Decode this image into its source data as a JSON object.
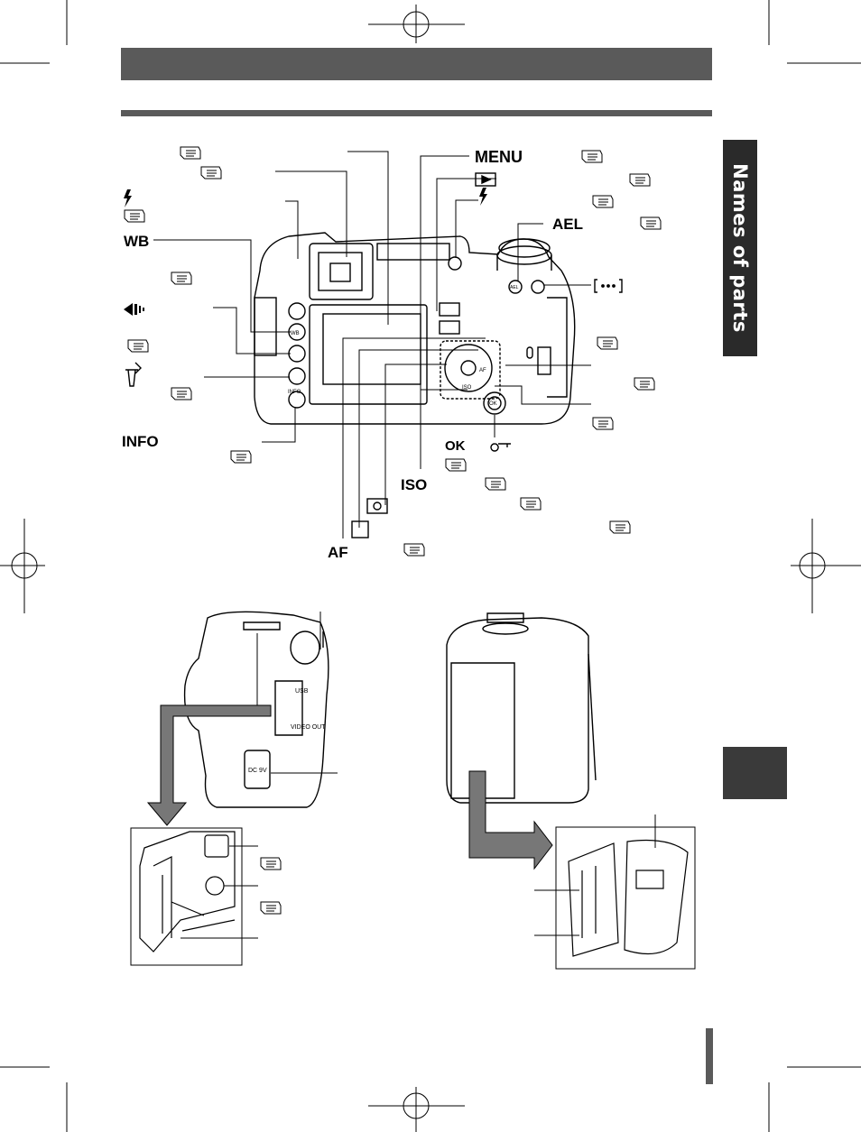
{
  "side_tab": {
    "title": "Names of parts"
  },
  "labels": {
    "menu": "MENU",
    "ael": "AEL",
    "wb": "WB",
    "info": "INFO",
    "ok": "OK",
    "iso": "ISO",
    "af": "AF"
  },
  "camera_text": {
    "usb": "USB",
    "video_out": "VIDEO OUT",
    "dc_9v": "DC 9V",
    "wb_btn": "WB",
    "info_btn": "INFO",
    "iso_btn": "ISO",
    "af_btn": "AF",
    "ok_btn": "OK",
    "ael_btn": "AEL"
  },
  "colors": {
    "bar": "#5a5a5a",
    "tab": "#2a2a2a",
    "block": "#3a3a3a"
  }
}
